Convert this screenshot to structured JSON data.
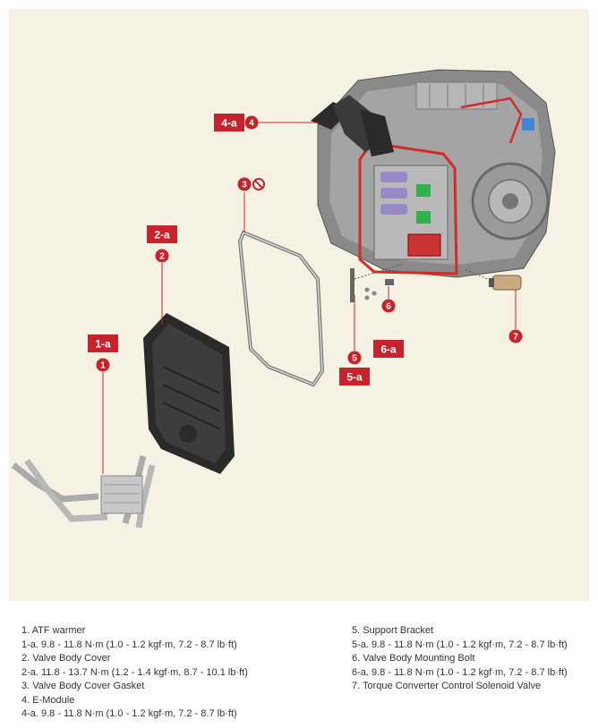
{
  "colors": {
    "accent": "#c8232c",
    "background": "#f5f1e3",
    "text": "#333333"
  },
  "callouts": [
    {
      "num": "1",
      "box": "1-a"
    },
    {
      "num": "2",
      "box": "2-a"
    },
    {
      "num": "3"
    },
    {
      "num": "4",
      "box": "4-a"
    },
    {
      "num": "5",
      "box": "5-a"
    },
    {
      "num": "6",
      "box": "6-a"
    },
    {
      "num": "7"
    }
  ],
  "legend": {
    "left": [
      "1. ATF warmer",
      "1-a. 9.8 - 11.8 N·m (1.0 - 1.2 kgf·m, 7.2 - 8.7 lb·ft)",
      "2. Valve Body Cover",
      "2-a. 11.8 - 13.7 N·m (1.2 - 1.4 kgf·m, 8.7 - 10.1 lb·ft)",
      "3. Valve Body Cover Gasket",
      "4. E-Module",
      "4-a. 9.8 - 11.8 N·m (1.0 - 1.2 kgf·m, 7.2 - 8.7 lb·ft)"
    ],
    "right": [
      "5. Support Bracket",
      "5-a. 9.8 - 11.8 N·m (1.0 - 1.2 kgf·m, 7.2 - 8.7 lb·ft)",
      "6. Valve Body Mounting Bolt",
      "6-a. 9.8 - 11.8 N·m (1.0 - 1.2 kgf·m, 7.2 - 8.7 lb·ft)",
      "7. Torque Converter Control Solenoid Valve"
    ]
  }
}
